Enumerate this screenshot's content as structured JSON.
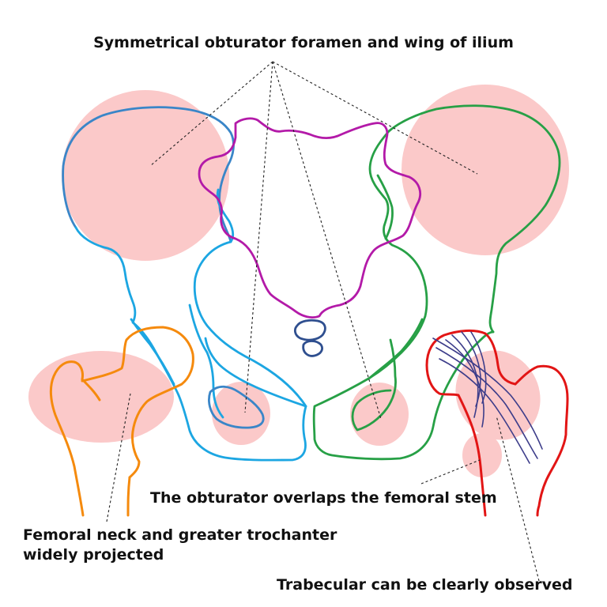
{
  "labels": {
    "top": "Symmetrical obturator foramen and wing of ilium",
    "obturator": "The obturator overlaps the femoral stem",
    "femoral_line1": "Femoral neck and greater trochanter",
    "femoral_line2": "widely projected",
    "trabecular": "Trabecular can be clearly observed"
  },
  "colors": {
    "highlight": "#fbc9c9",
    "right_hemipelvis": "#1ca6e2",
    "right_ilium": "#3a86c8",
    "left_hemipelvis": "#27a046",
    "sacrum": "#b31aa8",
    "coccyx": "#2f4f8f",
    "femur_left_side": "#f58a0d",
    "femur_right_side": "#e21515",
    "trabecular_lines": "#3d3d8a",
    "leader_lines": "#222222"
  }
}
